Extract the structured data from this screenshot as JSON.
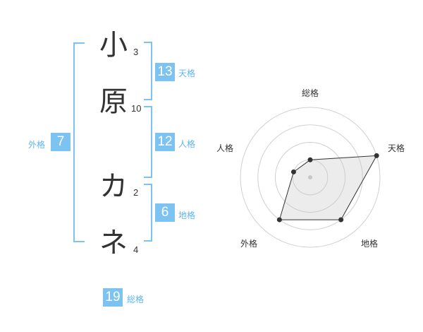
{
  "name": {
    "chars": [
      {
        "char": "小",
        "strokes": "3"
      },
      {
        "char": "原",
        "strokes": "10"
      },
      {
        "char": "カ",
        "strokes": "2"
      },
      {
        "char": "ネ",
        "strokes": "4"
      }
    ]
  },
  "kaku": {
    "tenkaku": {
      "value": "13",
      "label": "天格"
    },
    "jinkaku": {
      "value": "12",
      "label": "人格"
    },
    "chikaku": {
      "value": "6",
      "label": "地格"
    },
    "gaikaku": {
      "value": "7",
      "label": "外格"
    },
    "soukaku": {
      "value": "19",
      "label": "総格"
    }
  },
  "chart_data": {
    "type": "radar",
    "axes": [
      "総格",
      "天格",
      "地格",
      "外格",
      "人格"
    ],
    "values": [
      1,
      4,
      3,
      3,
      1
    ],
    "max": 4,
    "rings": 4
  }
}
